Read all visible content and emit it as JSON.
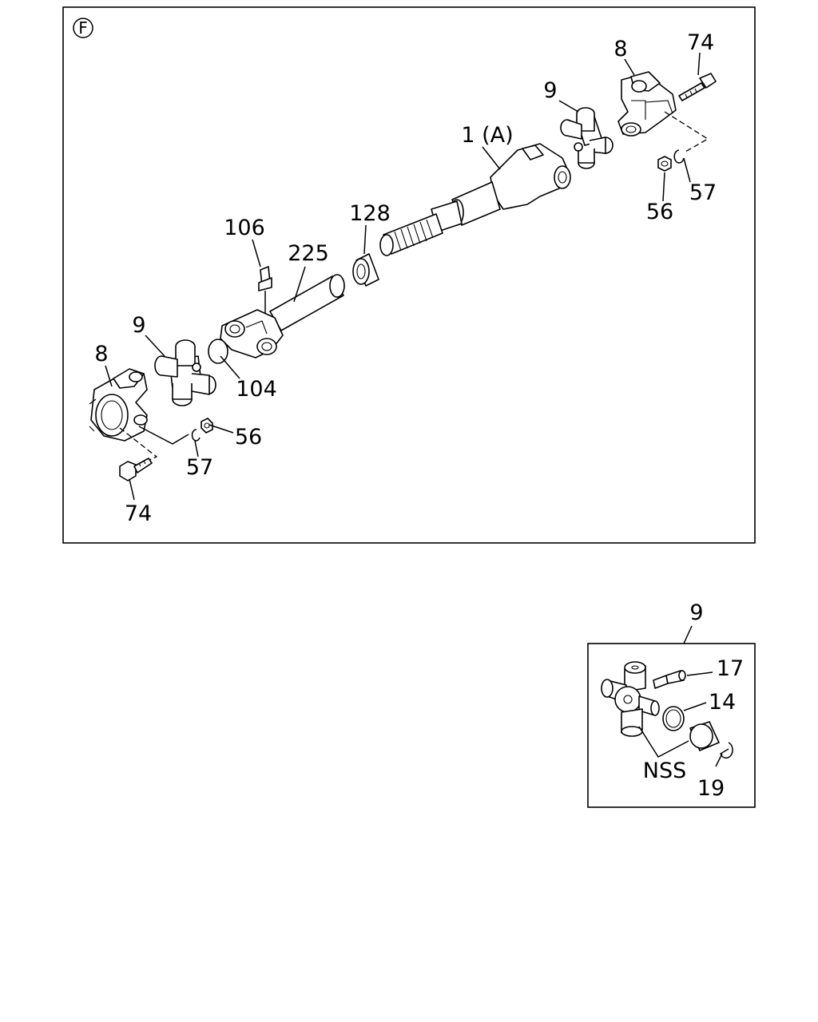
{
  "main_view": {
    "view_badge": "F",
    "labels": {
      "yoke_right": "8",
      "bolt_right": "74",
      "spider_right": "9",
      "shaft_assembly": "1 (A)",
      "nut_right": "56",
      "washer_right": "57",
      "seal_ring": "128",
      "grease_fitting": "106",
      "slip_tube": "225",
      "spider_left": "9",
      "yoke_left": "8",
      "plug": "104",
      "nut_left": "56",
      "washer_left": "57",
      "bolt_left": "74"
    }
  },
  "detail_view": {
    "title": "9",
    "labels": {
      "grease_nipple": "17",
      "seal": "14",
      "bearing_note": "NSS",
      "snap_ring": "19"
    }
  }
}
